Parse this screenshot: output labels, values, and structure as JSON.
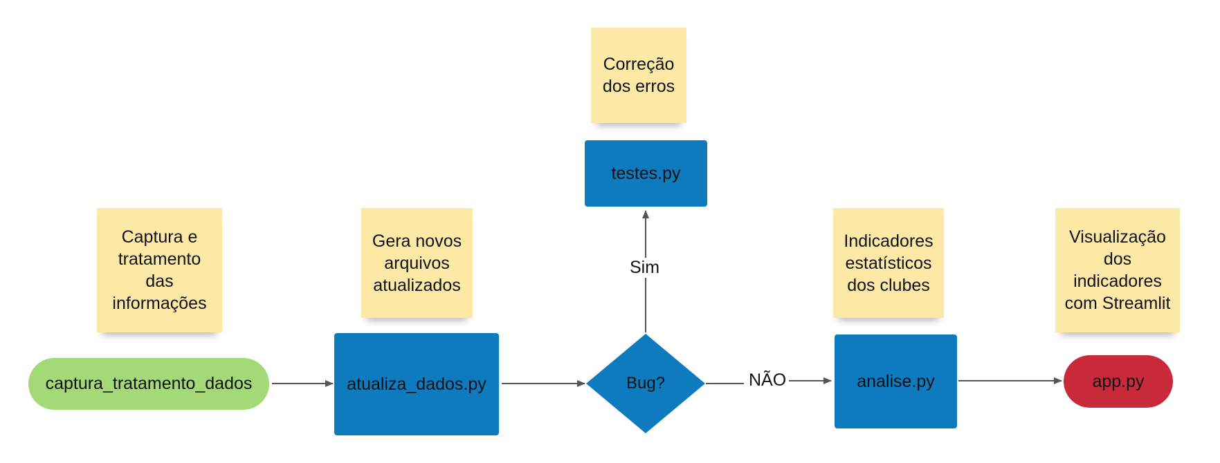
{
  "notes": {
    "captura": "Captura e\ntratamento\ndas\ninformações",
    "gera": "Gera novos\narquivos\natualizados",
    "correcao": "Correção\ndos erros",
    "indicadores": "Indicadores\nestatísticos\ndos clubes",
    "visualizacao": "Visualização\ndos\nindicadores\ncom Streamlit"
  },
  "nodes": {
    "captura_tratamento_dados": "captura_tratamento_dados",
    "atualiza_dados": "atualiza_dados.py",
    "bug": "Bug?",
    "testes": "testes.py",
    "analise": "analise.py",
    "app": "app.py"
  },
  "edges": {
    "sim": "Sim",
    "nao": "NÃO"
  },
  "colors": {
    "note": "#fde9a6",
    "process": "#0f7bbf",
    "start": "#a3d977",
    "end": "#c92a3a",
    "arrow": "#555555"
  }
}
